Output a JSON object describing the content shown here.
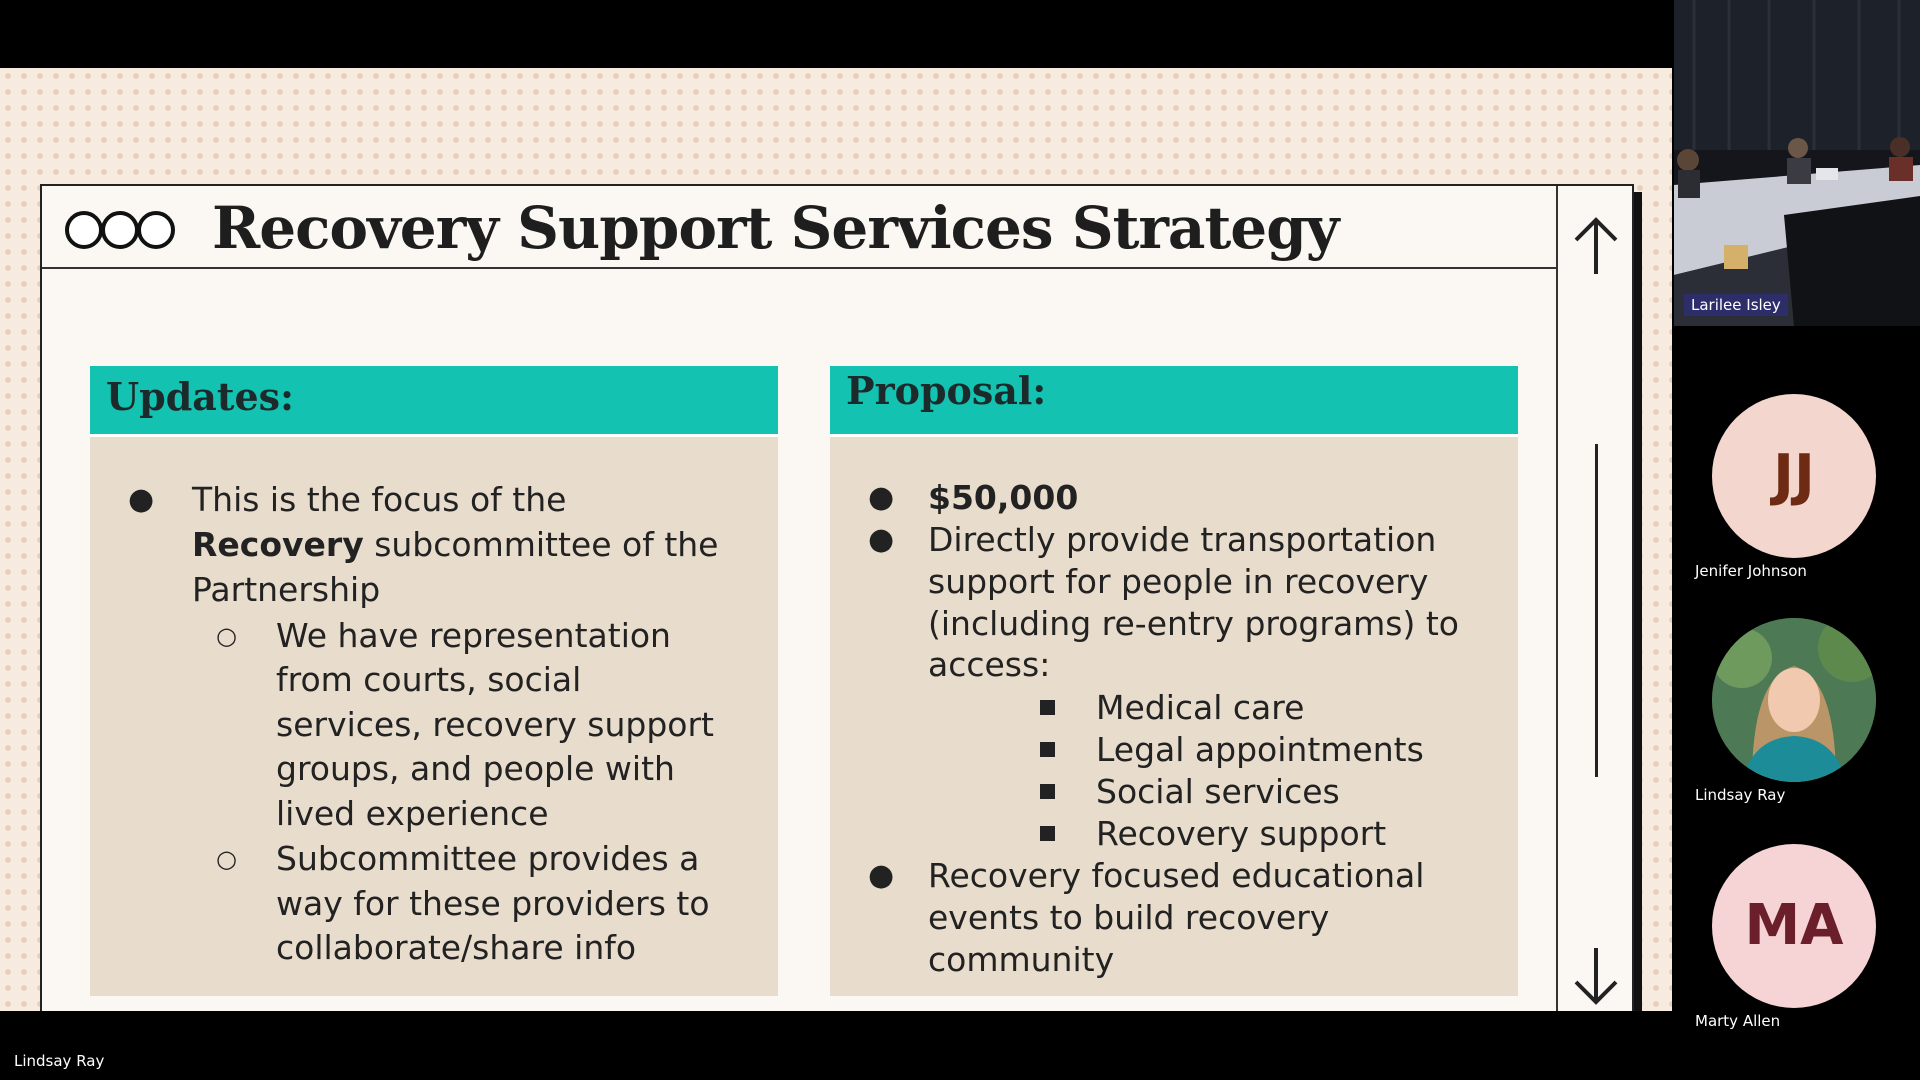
{
  "slide": {
    "title": "Recovery Support Services Strategy",
    "left_panel": {
      "heading": "Updates:",
      "bullet_line1": "This is the focus of the",
      "bullet_bold": "Recovery",
      "bullet_line2_rest": " subcommittee of the",
      "bullet_line3": "Partnership",
      "sub1_lines": [
        "We have representation",
        "from courts, social",
        "services, recovery support",
        "groups, and people with",
        "lived experience"
      ],
      "sub2_lines": [
        "Subcommittee provides a",
        "way for these providers to",
        "collaborate/share info"
      ]
    },
    "right_panel": {
      "heading": "Proposal:",
      "amount": "$50,000",
      "bullet2_lines": [
        "Directly provide transportation",
        "support for people in recovery",
        "(including re-entry programs) to",
        "access:"
      ],
      "sub_items": [
        "Medical care",
        "Legal appointments",
        "Social services",
        "Recovery support"
      ],
      "bullet3_lines": [
        "Recovery focused educational",
        "events to build recovery",
        "community"
      ]
    },
    "icons": [
      "three-circles-icon",
      "arrow-up-icon",
      "arrow-down-icon"
    ]
  },
  "participants": {
    "video_tile_name": "Larilee Isley",
    "people": [
      {
        "initials": "JJ",
        "name": "Jenifer Johnson",
        "avatar_bg": "#f3d7cf",
        "initials_color": "#6e2a12"
      },
      {
        "initials": "",
        "name": "Lindsay Ray",
        "avatar_bg": "#3c6a4a",
        "initials_color": "#ffffff"
      },
      {
        "initials": "MA",
        "name": "Marty Allen",
        "avatar_bg": "#f6d3d5",
        "initials_color": "#6a1f2a"
      }
    ]
  },
  "active_speaker": "Lindsay Ray",
  "colors": {
    "panel_header": "#13c2b0",
    "panel_body": "#e8dccc",
    "slide_bg": "#f7eadf"
  }
}
